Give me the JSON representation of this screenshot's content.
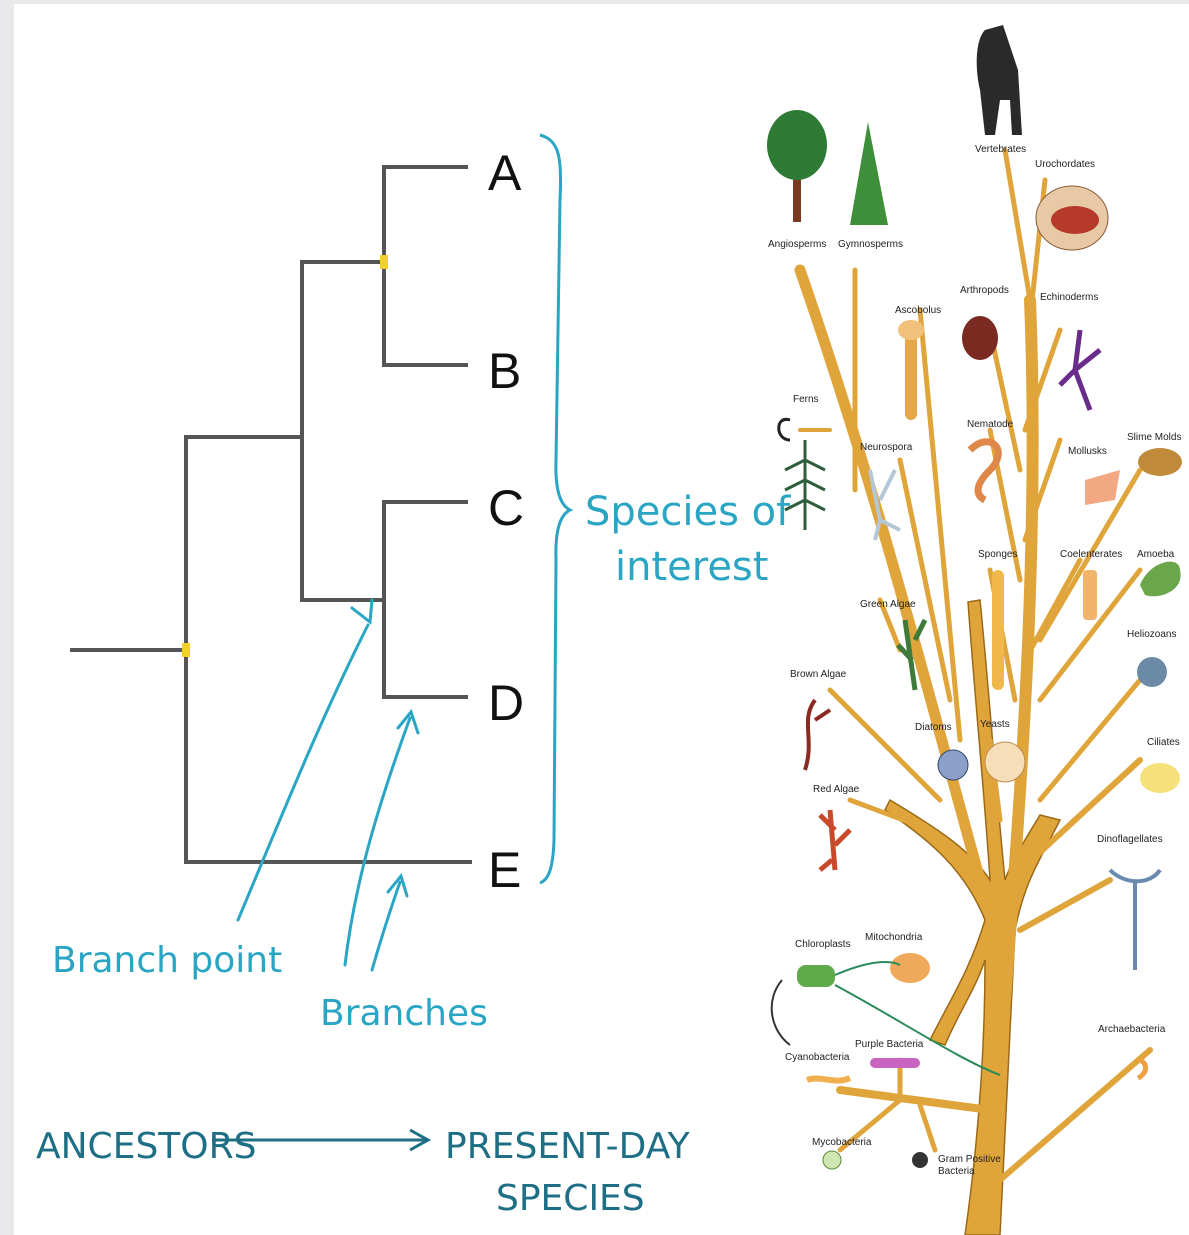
{
  "cladogram": {
    "tips": [
      "A",
      "B",
      "C",
      "D",
      "E"
    ],
    "bracket_label_line1": "Species of",
    "bracket_label_line2": "interest",
    "branch_point_label": "Branch point",
    "branches_label": "Branches",
    "timeline_start": "ANCESTORS",
    "timeline_end_line1": "PRESENT-DAY",
    "timeline_end_line2": "SPECIES",
    "colors": {
      "line": "#555555",
      "node": "#f2cf2e",
      "accent": "#2aa6c4",
      "timeline": "#1e6f86"
    }
  },
  "tree_of_life": {
    "labels": {
      "angiosperms": "Angiosperms",
      "gymnosperms": "Gymnosperms",
      "vertebrates": "Vertebrates",
      "urochordates": "Urochordates",
      "ascobolus": "Ascobolus",
      "arthropods": "Arthropods",
      "echinoderms": "Echinoderms",
      "ferns": "Ferns",
      "neurospora": "Neurospora",
      "nematode": "Nematode",
      "mollusks": "Mollusks",
      "slime_molds": "Slime Molds",
      "sponges": "Sponges",
      "coelenterates": "Coelenterates",
      "amoeba": "Amoeba",
      "green_algae": "Green Algae",
      "heliozoans": "Heliozoans",
      "brown_algae": "Brown Algae",
      "diatoms": "Diatoms",
      "yeasts": "Yeasts",
      "ciliates": "Ciliates",
      "red_algae": "Red Algae",
      "dinoflagellates": "Dinoflagellates",
      "chloroplasts": "Chloroplasts",
      "mitochondria": "Mitochondria",
      "purple_bacteria": "Purple Bacteria",
      "cyanobacteria": "Cyanobacteria",
      "archaebacteria": "Archaebacteria",
      "mycobacteria": "Mycobacteria",
      "gram_positive_1": "Gram Positive",
      "gram_positive_2": "Bacteria"
    },
    "colors": {
      "trunk": "#e0a53a",
      "trunk_edge": "#9a6a18"
    }
  }
}
